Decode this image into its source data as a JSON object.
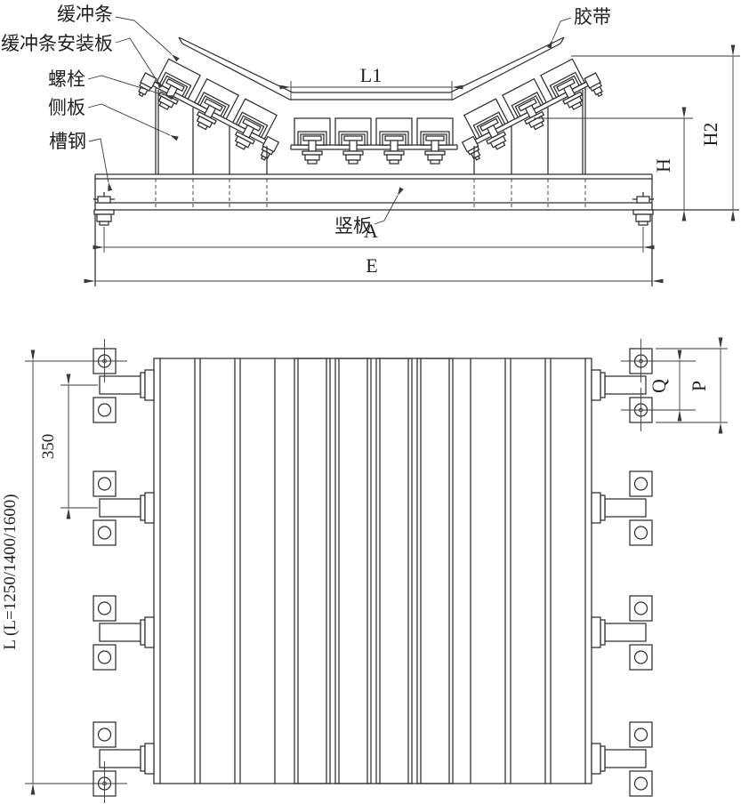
{
  "front_view": {
    "part_labels": {
      "buffer_strip": "缓冲条",
      "buffer_strip_mounting_plate": "缓冲条安装板",
      "bolt": "螺栓",
      "side_plate": "侧板",
      "channel_steel": "槽钢",
      "vertical_plate": "竖板",
      "belt": "胶带"
    },
    "dimensions": {
      "l1": "L1",
      "a": "A",
      "e": "E",
      "h": "H",
      "h2": "H2"
    }
  },
  "plan_view": {
    "dimensions": {
      "bolt_spacing": "350",
      "length": "L (L=1250/1400/1600)",
      "q": "Q",
      "p": "P"
    }
  },
  "colors": {
    "background": "#ffffff",
    "line": "#2e2e2e",
    "dim_line": "#3a3a3a",
    "text": "#1f1f1f"
  }
}
